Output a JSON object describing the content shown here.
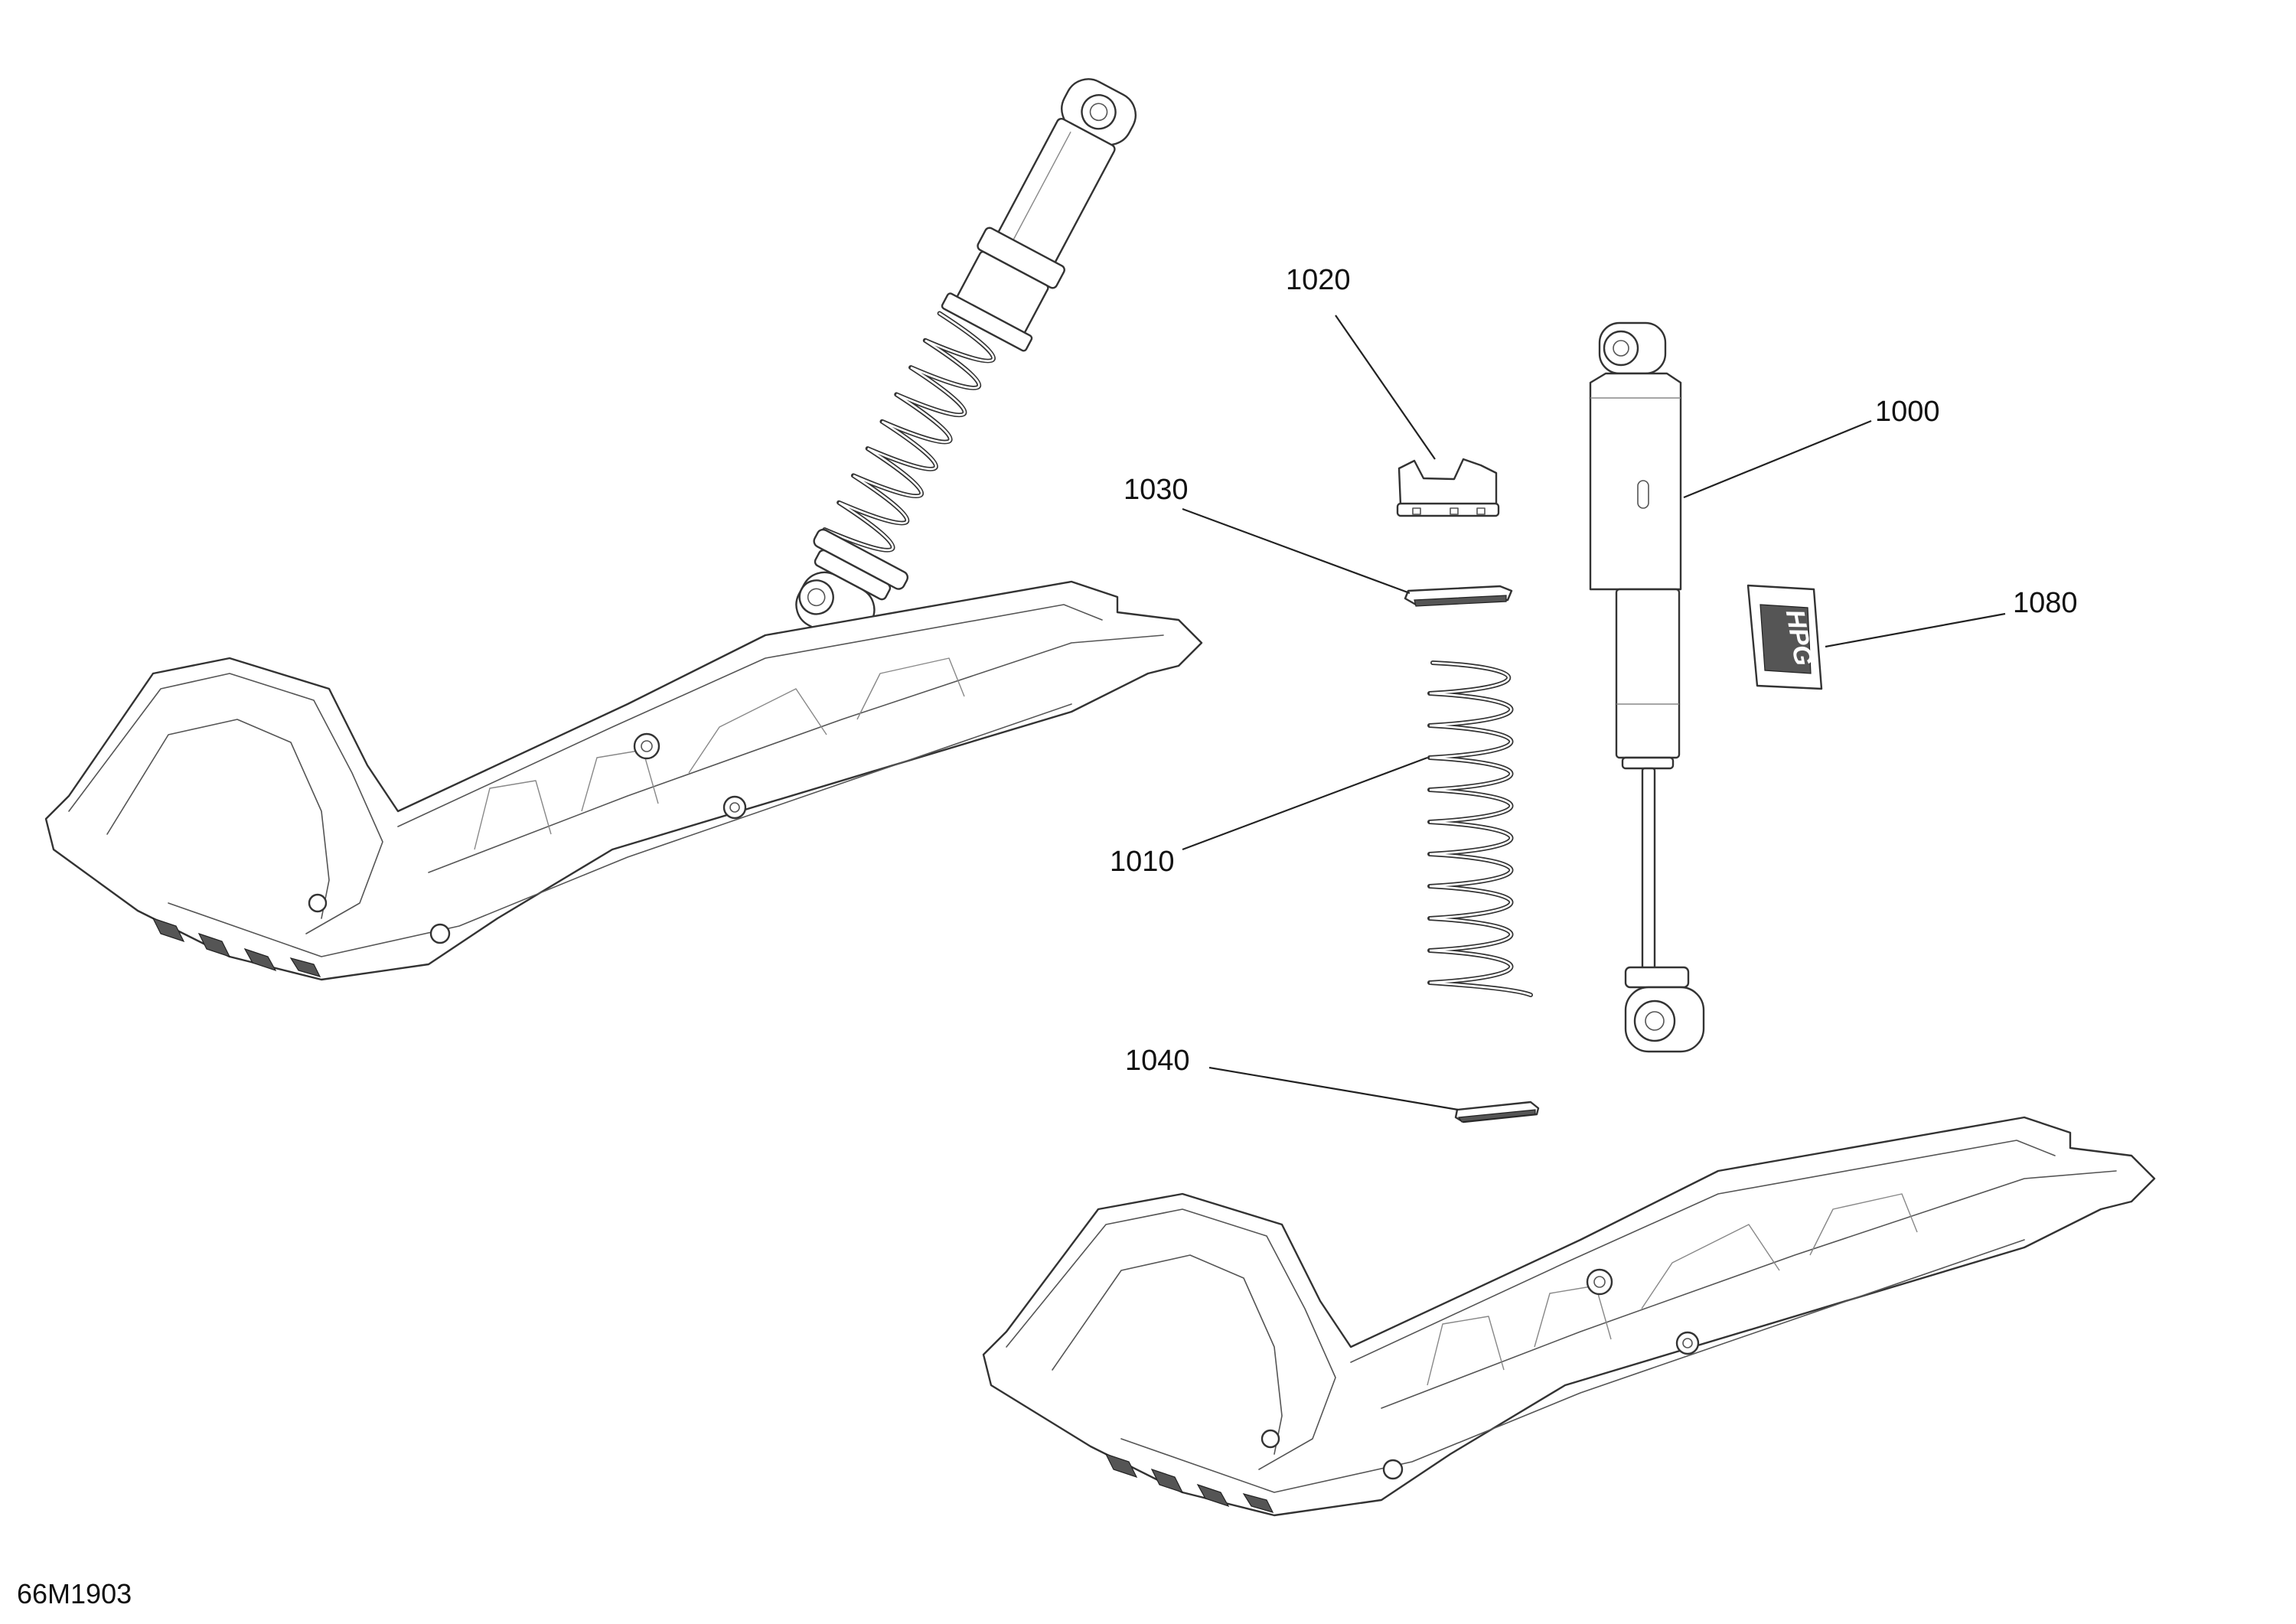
{
  "figure": {
    "id_label": "66M1903"
  },
  "callouts": [
    {
      "part": "1000"
    },
    {
      "part": "1010"
    },
    {
      "part": "1020"
    },
    {
      "part": "1030"
    },
    {
      "part": "1040"
    },
    {
      "part": "1080"
    }
  ],
  "decal": {
    "text": "HPG"
  }
}
